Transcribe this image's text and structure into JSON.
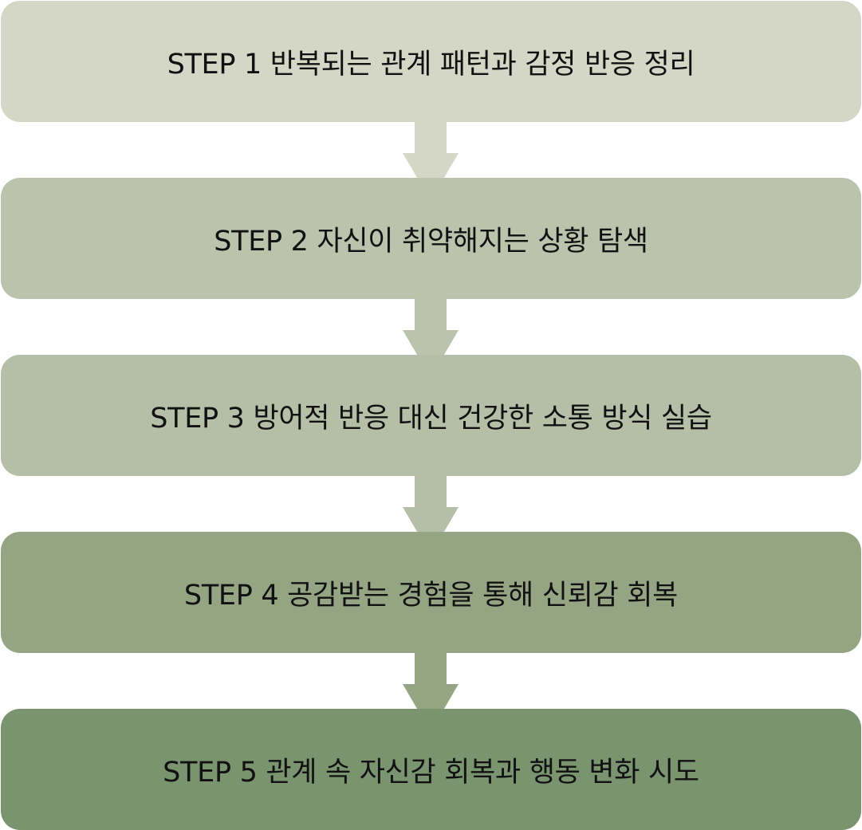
{
  "steps": [
    {
      "label": "STEP 1 반복되는 관계 패턴과 감정 반응 정리",
      "color": "#d4d6c6"
    },
    {
      "label": "STEP 2 자신이 취약해지는 상황 탐색",
      "color": "#bcc3ad"
    },
    {
      "label": "STEP 3 방어적 반응 대신 건강한 소통 방식 실습",
      "color": "#b5bea6"
    },
    {
      "label": "STEP 4 공감받는 경험을 통해 신뢰감 회복",
      "color": "#95a584"
    },
    {
      "label": "STEP 5 관계 속 자신감 회복과 행동 변화 시도",
      "color": "#7a946f"
    }
  ],
  "arrows": [
    {
      "color": "#d4d6c6"
    },
    {
      "color": "#bcc3ad"
    },
    {
      "color": "#b5bea6"
    },
    {
      "color": "#95a584"
    }
  ]
}
